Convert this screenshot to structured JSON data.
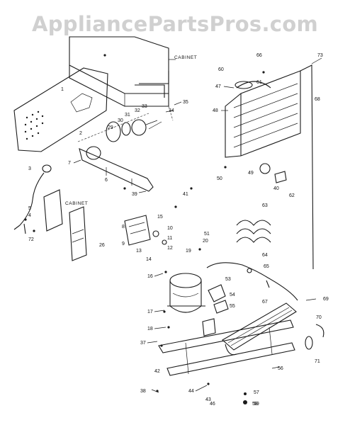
{
  "watermark": "AppliancePartsPros.com",
  "section_labels": {
    "cabinet_top": "CABINET",
    "cabinet_left": "CABINET"
  },
  "callouts": [
    "1",
    "2",
    "3",
    "4",
    "5",
    "6",
    "7",
    "8",
    "9",
    "10",
    "11",
    "12",
    "13",
    "14",
    "15",
    "16",
    "17",
    "18",
    "19",
    "20",
    "26",
    "29",
    "30",
    "31",
    "32",
    "33",
    "34",
    "35",
    "37",
    "38",
    "39",
    "40",
    "41",
    "42",
    "43",
    "44",
    "46",
    "47",
    "48",
    "49",
    "50",
    "51",
    "53",
    "54",
    "55",
    "56",
    "57",
    "58",
    "59",
    "60",
    "61",
    "62",
    "63",
    "64",
    "65",
    "66",
    "67",
    "68",
    "69",
    "70",
    "71",
    "72",
    "73"
  ]
}
